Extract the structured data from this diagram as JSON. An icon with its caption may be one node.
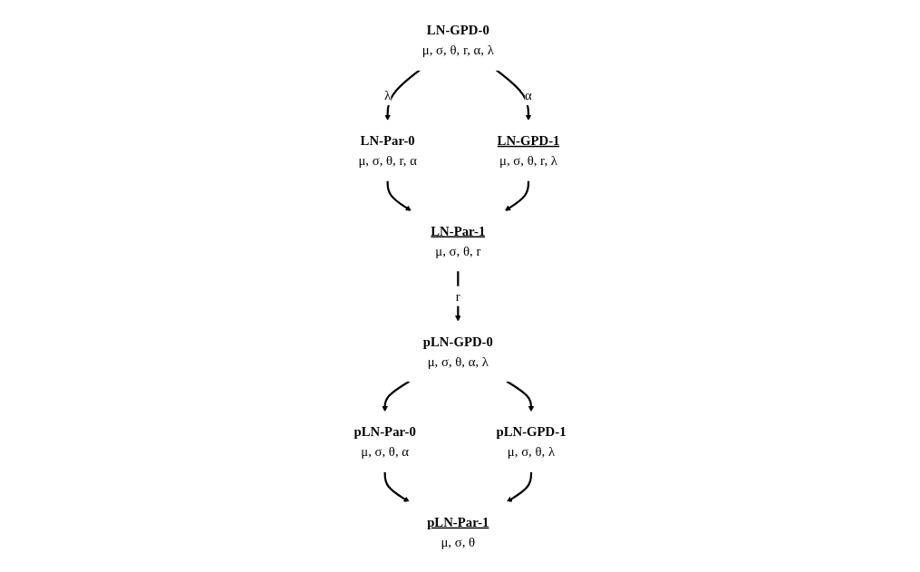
{
  "diagram": {
    "nodes": [
      {
        "text": [
          "LN-GPD-0",
          "μ, σ, θ, r, α, λ"
        ]
      },
      {
        "text": [
          "LN-Par-0",
          "μ, σ, θ, r, α"
        ]
      },
      {
        "text": [
          "LN-GPD-1",
          "μ, σ, θ, r, λ"
        ]
      },
      {
        "text": [
          "LN-Par-1",
          "μ, σ, θ, r"
        ]
      },
      {
        "text": [
          "pLN-GPD-0",
          "μ, σ, θ, α, λ"
        ]
      },
      {
        "text": [
          "pLN-Par-0",
          "μ, σ, θ, α"
        ]
      },
      {
        "text": [
          "pLN-GPD-1",
          "μ, σ, θ, λ"
        ]
      },
      {
        "text": [
          "pLN-Par-1",
          "μ, σ, θ"
        ]
      }
    ],
    "edges": [
      {
        "from": 0,
        "to": 1,
        "arrow": "to",
        "label": "λ"
      },
      {
        "from": 0,
        "to": 2,
        "arrow": "to",
        "label": "α"
      },
      {
        "from": 1,
        "to": 3,
        "arrow": "to"
      },
      {
        "from": 2,
        "to": 3,
        "arrow": "to"
      },
      {
        "from": 3,
        "to": 4,
        "arrow": "to",
        "label": "r"
      },
      {
        "from": 4,
        "to": 5,
        "arrow": "to"
      },
      {
        "from": 4,
        "to": 6,
        "arrow": "to"
      },
      {
        "from": 5,
        "to": 7,
        "arrow": "to"
      },
      {
        "from": 6,
        "to": 7,
        "arrow": "to"
      }
    ]
  }
}
